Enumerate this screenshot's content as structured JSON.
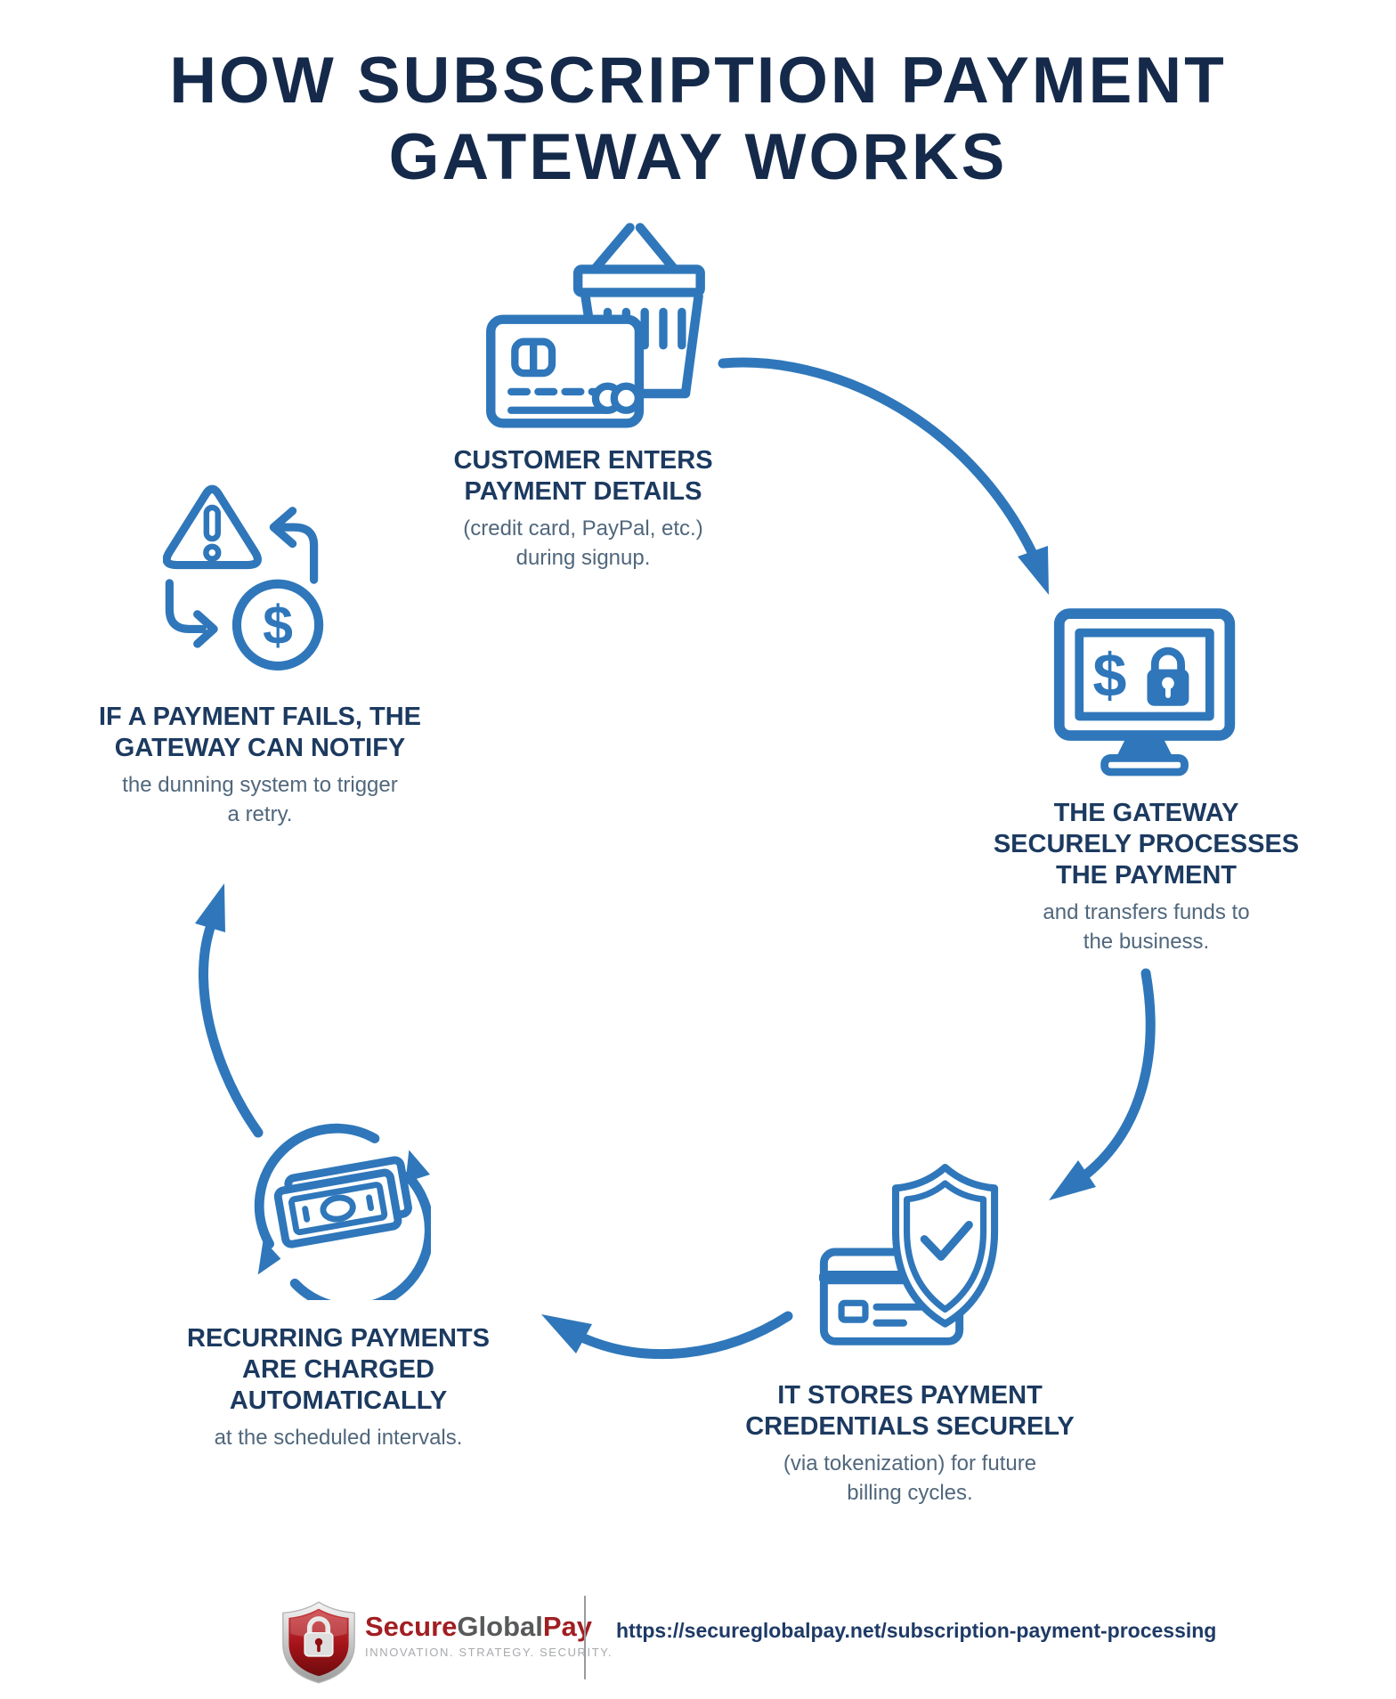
{
  "title": {
    "line1": "HOW SUBSCRIPTION PAYMENT",
    "line2": "GATEWAY WORKS"
  },
  "steps": [
    {
      "name": "customer-enters-payment-details",
      "icon": "basket-credit-card-icon",
      "heading_lines": [
        "CUSTOMER ENTERS",
        "PAYMENT DETAILS"
      ],
      "detail_lines": [
        "(credit card, PayPal, etc.)",
        "during signup."
      ]
    },
    {
      "name": "gateway-securely-processes-payment",
      "icon": "monitor-dollar-lock-icon",
      "heading_lines": [
        "THE GATEWAY",
        "SECURELY PROCESSES",
        "THE PAYMENT"
      ],
      "detail_lines": [
        "and transfers funds to",
        "the business."
      ]
    },
    {
      "name": "stores-payment-credentials",
      "icon": "shield-credit-card-icon",
      "heading_lines": [
        "IT STORES PAYMENT",
        "CREDENTIALS SECURELY"
      ],
      "detail_lines": [
        "(via tokenization) for future",
        "billing cycles."
      ]
    },
    {
      "name": "recurring-payments-charged",
      "icon": "money-cycle-icon",
      "heading_lines": [
        "RECURRING PAYMENTS",
        "ARE CHARGED",
        "AUTOMATICALLY"
      ],
      "detail_lines": [
        "at the scheduled intervals."
      ]
    },
    {
      "name": "payment-fails-gateway-notifies",
      "icon": "warning-retry-dollar-icon",
      "heading_lines": [
        "IF A PAYMENT FAILS, THE",
        "GATEWAY CAN NOTIFY"
      ],
      "detail_lines": [
        "the dunning system to trigger",
        "a retry."
      ]
    }
  ],
  "icon_glyphs": {
    "dollar": "$"
  },
  "footer": {
    "logo_icon": "shield-lock-logo",
    "brand": {
      "secure": "Secure",
      "global": "Global",
      "pay": "Pay"
    },
    "tagline": "INNOVATION. STRATEGY. SECURITY.",
    "url": "https://secureglobalpay.net/subscription-payment-processing"
  },
  "colors": {
    "accent_blue": "#2F77BA",
    "title_navy": "#152A4A",
    "heading_navy": "#1C3A60",
    "subtext_gray_blue": "#50677C",
    "brand_red": "#A11E22",
    "brand_gray": "#58595B",
    "tagline_gray": "#A7A9AC"
  }
}
